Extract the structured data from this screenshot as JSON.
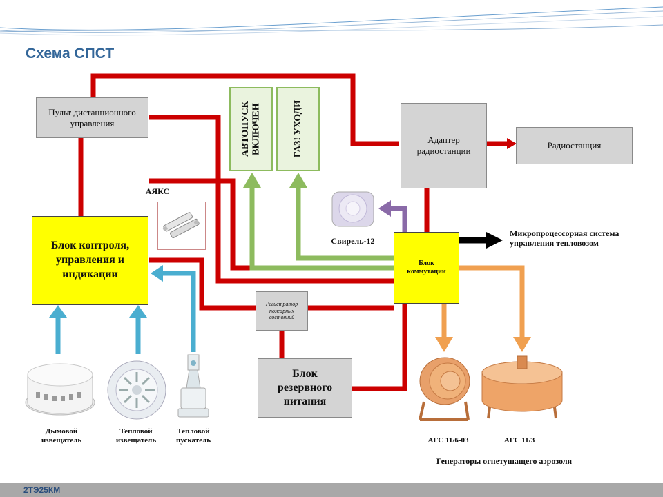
{
  "slide": {
    "title": "Схема СПСТ",
    "footer": "2ТЭ25КМ"
  },
  "blocks": {
    "remote_panel": "Пульт дистанционного управления",
    "control_unit": "Блок контроля, управления и индикации",
    "autostart": "АВТОПУСК ВКЛЮЧЕН",
    "gas_leave": "ГАЗ! УХОДИ",
    "radio_adapter": "Адаптер радиостанции",
    "radio_station": "Радиостанция",
    "switch_unit": "Блок коммутации",
    "fire_recorder": "Регистратор пожарных состояний",
    "backup_power": "Блок резервного питания",
    "microprocessor": "Микропроцессорная система управления тепловозом"
  },
  "devices": {
    "ayaks": "АЯКС",
    "siren": "Свирель-12",
    "smoke_detector": "Дымовой извещатель",
    "heat_detector": "Тепловой извещатель",
    "heat_starter": "Тепловой пускатель",
    "ags_1": "АГС 11/6-03",
    "ags_2": "АГС 11/3",
    "generators_caption": "Генераторы огнетушащего аэрозоля"
  },
  "colors": {
    "power_line": "#cc0000",
    "green_line": "#8dbb5e",
    "blue_line": "#4aaed0",
    "orange_line": "#f0a050",
    "purple_line": "#8a6aa8",
    "black_line": "#000000",
    "title": "#336699"
  }
}
